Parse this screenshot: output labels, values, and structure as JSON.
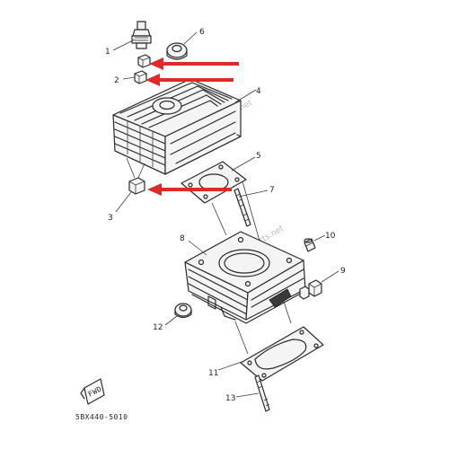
{
  "callouts": [
    "1",
    "2",
    "3",
    "4",
    "5",
    "6",
    "7",
    "8",
    "9",
    "10",
    "11",
    "12",
    "13"
  ],
  "drawing_code": "5BX440-5010",
  "front_mark": "FWD",
  "colors": {
    "arrow": "#e02a2a",
    "line": "#2a2a2a",
    "background": "#ffffff"
  }
}
